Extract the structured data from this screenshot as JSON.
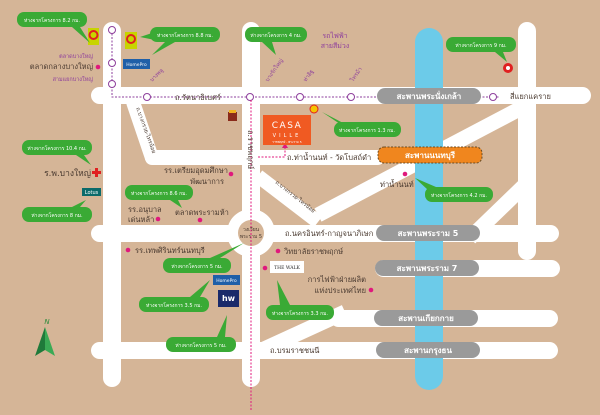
{
  "colors": {
    "background": "#d5b597",
    "road": "#ffffff",
    "river": "#6ccbe9",
    "callout": "#3aaa35",
    "bridge_pill": "#9a9a9a",
    "project_bridge": "#f0861e",
    "brand": "#f05a22",
    "poi_dot": "#e0197c",
    "train_line": "#8e3f9c"
  },
  "project": {
    "logo_line1": "CASA",
    "logo_line2": "VILLE",
    "logo_sub": "ราชพฤกษ์ - พระราม 5"
  },
  "train": {
    "line_label_1": "รถไฟฟ้า",
    "line_label_2": "สายสีม่วง",
    "stations": [
      "บางพลู",
      "บางรักใหญ่",
      "ท่าอิฐ",
      "ไทรม้า"
    ],
    "junction": "สี่แยกแคราย"
  },
  "bridges": {
    "phra_nangklao": "สะพานพระนั่งเกล้า",
    "nonthaburi": "สะพานนนทบุรี",
    "rama5": "สะพานพระราม 5",
    "rama7": "สะพานพระราม 7",
    "kiakkai": "สะพานเกียกกาย",
    "krungthon": "สะพานกรุงธน"
  },
  "roads": {
    "rattanathibet": "ถ.รัตนาธิเบศร์",
    "bangkruai_1": "ถ.บางกรวย-ไทรน้อย",
    "ratchaphruek": "ถ.ราชพฤกษ์",
    "thanam": "ถ.ท่าน้ำนนท์ - วัดโบสถ์ดำ",
    "bangkruai_2": "ถ.บางกรวย-ไทรน้อย",
    "nakhonin": "ถ.นครอินทร์-กาญจนาภิเษก",
    "borommaratchachonnani": "ถ.บรมราชชนนี",
    "roundabout_1": "วงเวียน",
    "roundabout_2": "พระราม 5"
  },
  "pois": {
    "market_small_1": "ตลาดบางใหญ่",
    "market": "ตลาดกลางบางใหญ่",
    "market_small_2": "สามแยกบางใหญ่",
    "hospital": "ร.พ.บางใหญ่",
    "school1_a": "รร.เตรียมอุดมศึกษา",
    "school1_b": "พัฒนาการ",
    "school2_a": "รร.อนุบาล",
    "school2_b": "เด่นหล้า",
    "market_rama5": "ตลาดพระรามห้า",
    "school3": "รร.เทพศิรินทร์นนทบุรี",
    "college": "วิทยาลัยราชพฤกษ์",
    "egat_a": "การไฟฟ้าฝ่ายผลิต",
    "egat_b": "แห่งประเทศไทย",
    "pier": "ท่าน้ำนนท์",
    "thewalk": "THE WALK",
    "lotus": "Lotus",
    "homepro": "HomePro",
    "hw": "hw"
  },
  "callouts": [
    "ห่างจากโครงการ 8.2 กม.",
    "ห่างจากโครงการ 8.8 กม.",
    "ห่างจากโครงการ 4 กม.",
    "ห่างจากโครงการ 9 กม.",
    "ห่างจากโครงการ 1.3 กม.",
    "ห่างจากโครงการ 10.4 กม.",
    "ห่างจากโครงการ 8.6 กม.",
    "ห่างจากโครงการ 8 กม.",
    "ห่างจากโครงการ 4.2 กม.",
    "ห่างจากโครงการ 5 กม.",
    "ห่างจากโครงการ 3.5 กม.",
    "ห่างจากโครงการ 5 กม.",
    "ห่างจากโครงการ 3.3 กม."
  ],
  "compass": "N"
}
